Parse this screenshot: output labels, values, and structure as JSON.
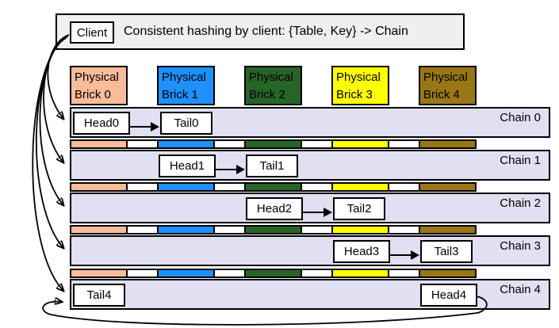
{
  "panel": {
    "client_label": "Client",
    "description": "Consistent hashing by client: {Table, Key} -> Chain"
  },
  "bricks": [
    {
      "name": "Physical Brick 0",
      "line1": "Physical",
      "line2": "Brick 0",
      "color": "#F8BC9A"
    },
    {
      "name": "Physical Brick 1",
      "line1": "Physical",
      "line2": "Brick 1",
      "color": "#1E90FF"
    },
    {
      "name": "Physical Brick 2",
      "line1": "Physical",
      "line2": "Brick 2",
      "color": "#276427"
    },
    {
      "name": "Physical Brick 3",
      "line1": "Physical",
      "line2": "Brick 3",
      "color": "#FFFF00"
    },
    {
      "name": "Physical Brick 4",
      "line1": "Physical",
      "line2": "Brick 4",
      "color": "#997716"
    }
  ],
  "chains": [
    {
      "label": "Chain 0",
      "head": "Head0",
      "tail": "Tail0"
    },
    {
      "label": "Chain 1",
      "head": "Head1",
      "tail": "Tail1"
    },
    {
      "label": "Chain 2",
      "head": "Head2",
      "tail": "Tail2"
    },
    {
      "label": "Chain 3",
      "head": "Head3",
      "tail": "Tail3"
    },
    {
      "label": "Chain 4",
      "head": "Head4",
      "tail": "Tail4"
    }
  ],
  "colors": {
    "chain_row": "#E0E0F2",
    "panel_background": "#EFEFEF",
    "border": "#000000"
  }
}
